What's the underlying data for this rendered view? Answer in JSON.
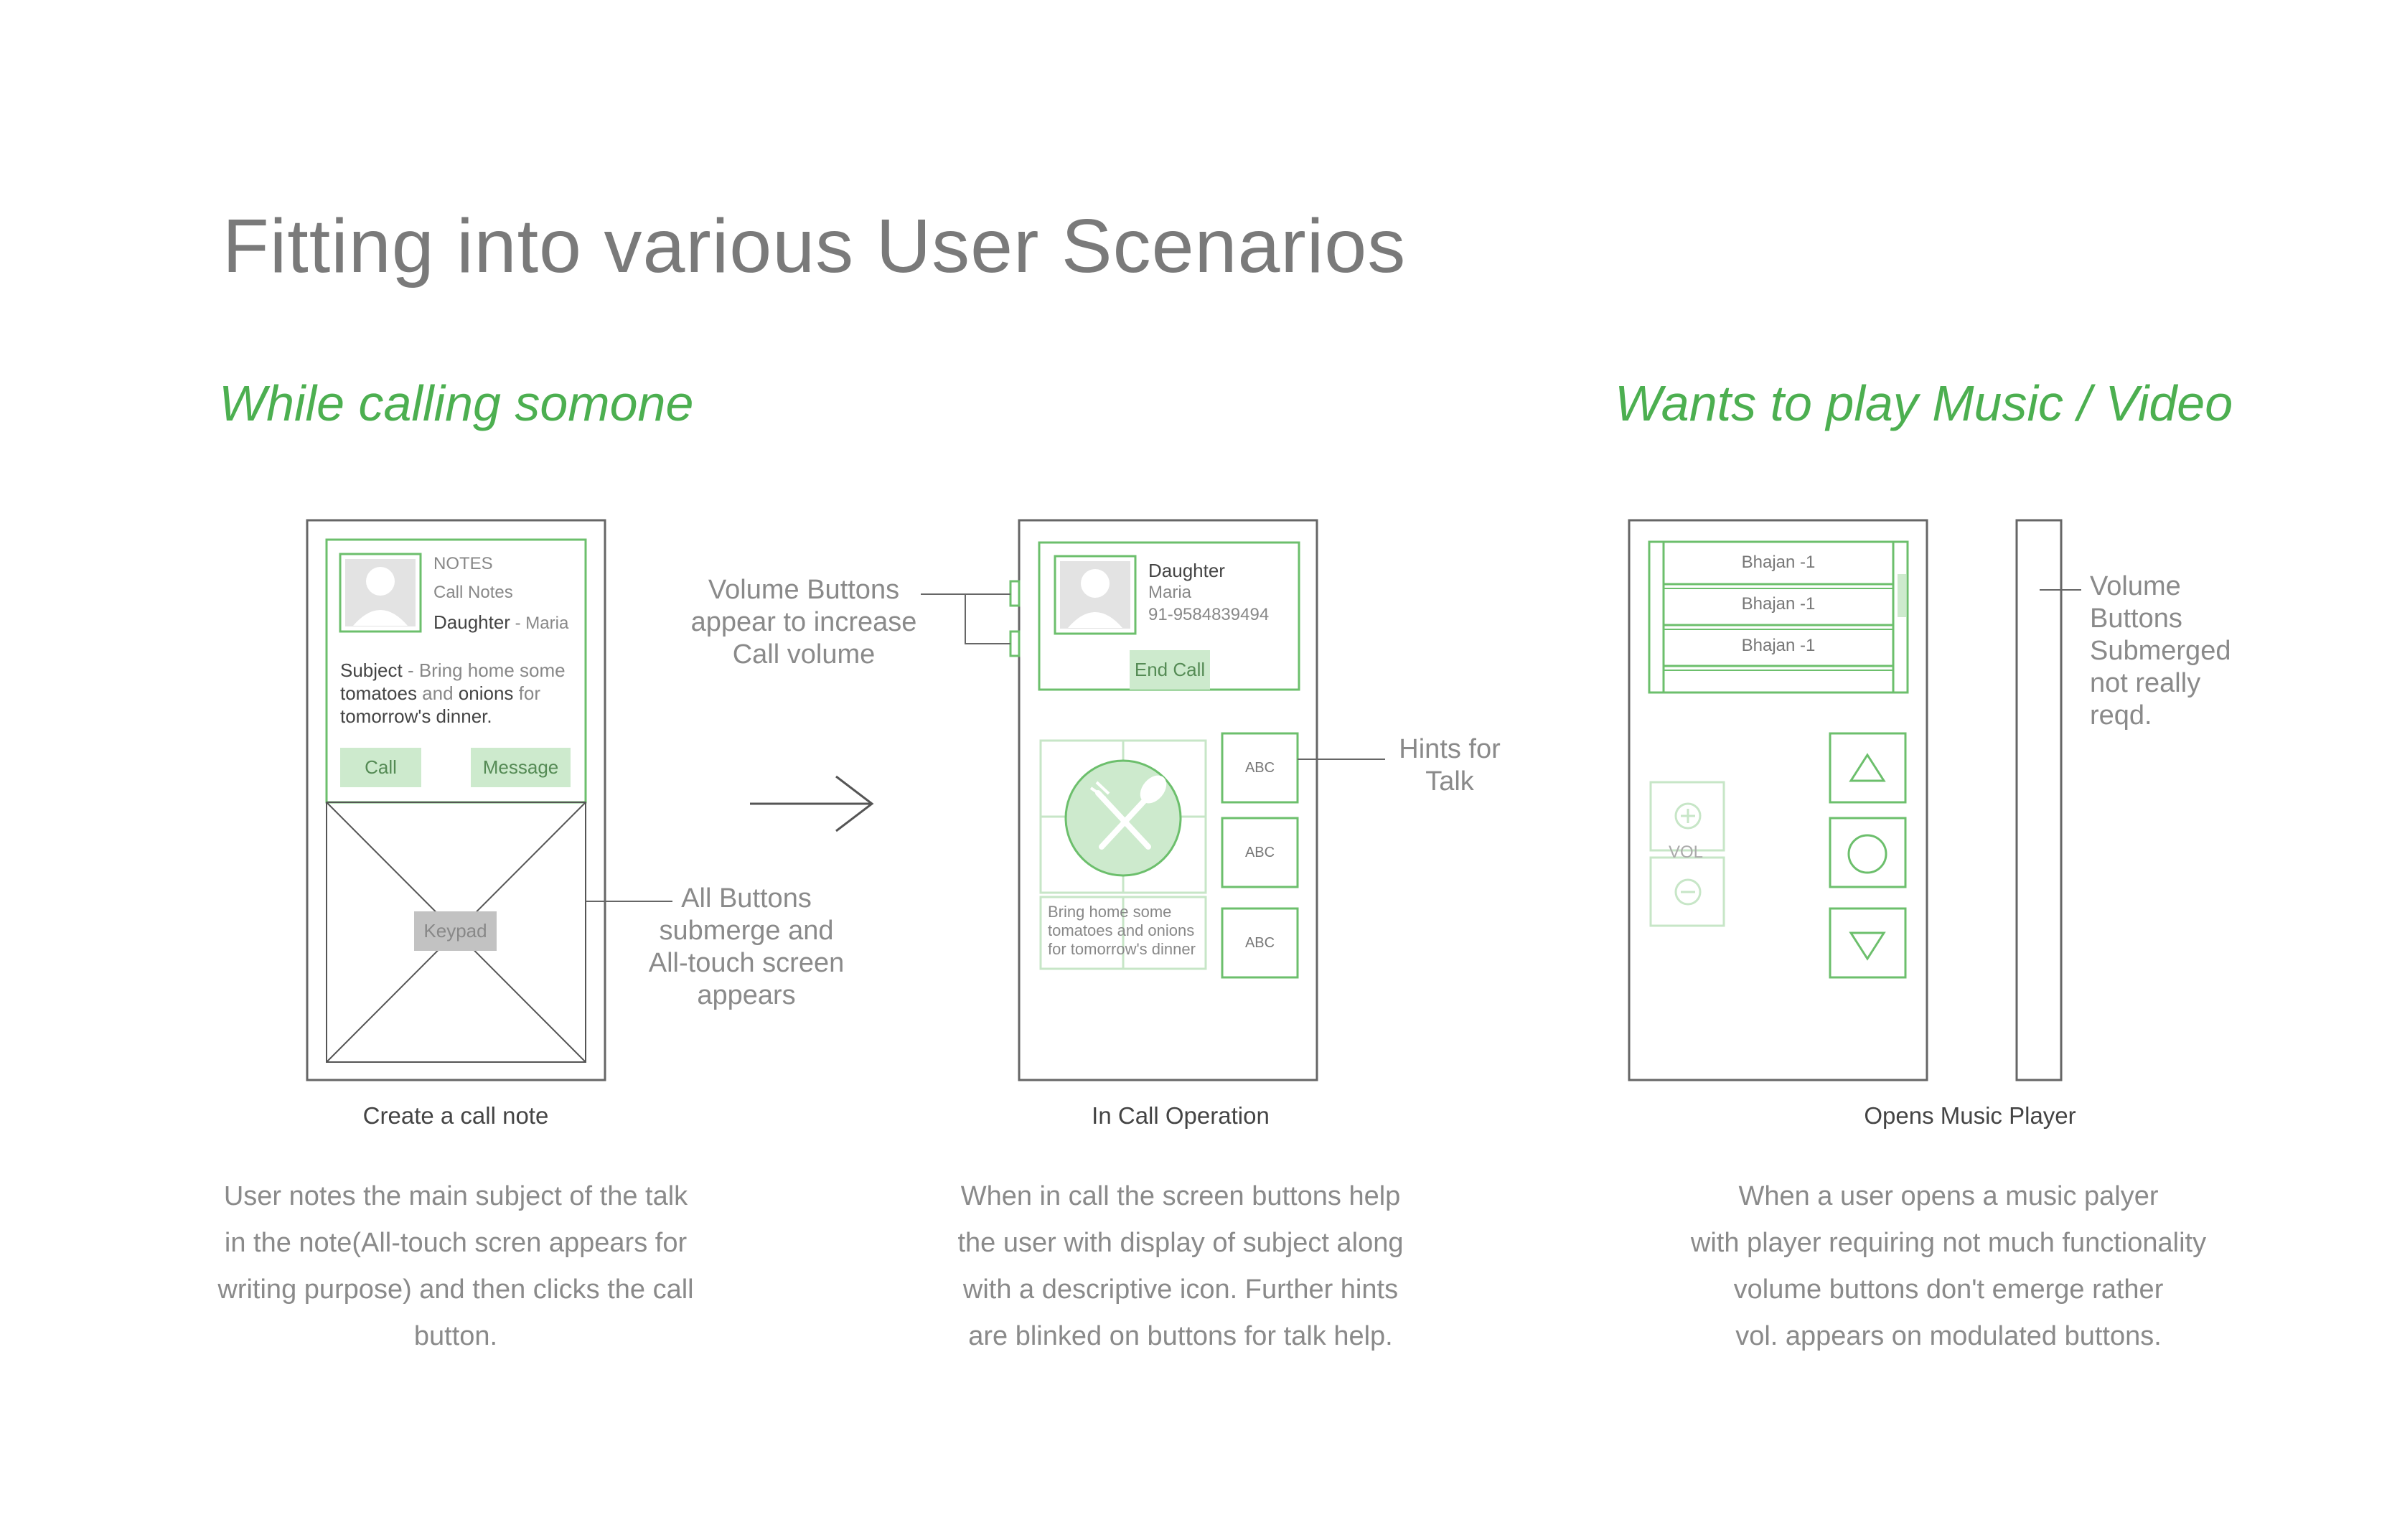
{
  "title": "Fitting into various User Scenarios",
  "sections": {
    "calling": {
      "title": "While calling somone"
    },
    "music": {
      "title": "Wants to play Music / Video"
    }
  },
  "screens": {
    "call_note": {
      "header_notes": "NOTES",
      "header_call_notes": "Call Notes",
      "contact_bold": "Daughter",
      "contact_rest": " - Maria",
      "subject": {
        "label": "Subject",
        "text_1": " - Bring home some",
        "tomatoes": "tomatoes",
        "and": " and ",
        "onions": "onions",
        "for": " for",
        "line3": "tomorrow's dinner."
      },
      "call_button": "Call",
      "message_button": "Message",
      "keypad_label": "Keypad",
      "caption": "Create a call note",
      "description": [
        "User notes the main subject of the talk",
        "in the note(All-touch scren appears for",
        "writing purpose) and then clicks the call",
        "button."
      ]
    },
    "in_call": {
      "contact_name": "Daughter",
      "contact_sub": "Maria",
      "phone": "91-9584839494",
      "end_call_button": "End Call",
      "note_text": [
        "Bring home some",
        "tomatoes and onions",
        "for tomorrow's dinner"
      ],
      "hint_buttons": [
        "ABC",
        "ABC",
        "ABC"
      ],
      "caption": "In Call Operation",
      "description": [
        "When in call the screen buttons help",
        "the user with display of subject along",
        "with a descriptive icon. Further hints",
        "are blinked on buttons for talk help."
      ]
    },
    "music": {
      "playlist": [
        "Bhajan -1",
        "Bhajan -1",
        "Bhajan -1"
      ],
      "vol_label": "VOL",
      "caption": "Opens Music Player",
      "description": [
        "When a user opens a music palyer",
        "with player requiring not much functionality",
        "volume buttons don't emerge rather",
        "vol. appears on modulated buttons."
      ]
    }
  },
  "annotations": {
    "volume_buttons": [
      "Volume Buttons",
      "appear to increase",
      "Call volume"
    ],
    "all_buttons": [
      "All Buttons",
      "submerge and",
      "All-touch screen",
      "appears"
    ],
    "hints": [
      "Hints for",
      "Talk"
    ],
    "volume_submerged": [
      "Volume",
      "Buttons",
      "Submerged",
      "not really",
      "reqd."
    ]
  },
  "colors": {
    "accent": "#4caf50",
    "wire_green": "#6cbf6c",
    "fill_green": "#cdeacd",
    "wire_gray": "#555555"
  },
  "icons": [
    "person-avatar-icon",
    "fork-spoon-icon",
    "triangle-up-icon",
    "circle-play-icon",
    "triangle-down-icon",
    "plus-circle-icon",
    "minus-circle-icon",
    "arrow-right-icon"
  ]
}
